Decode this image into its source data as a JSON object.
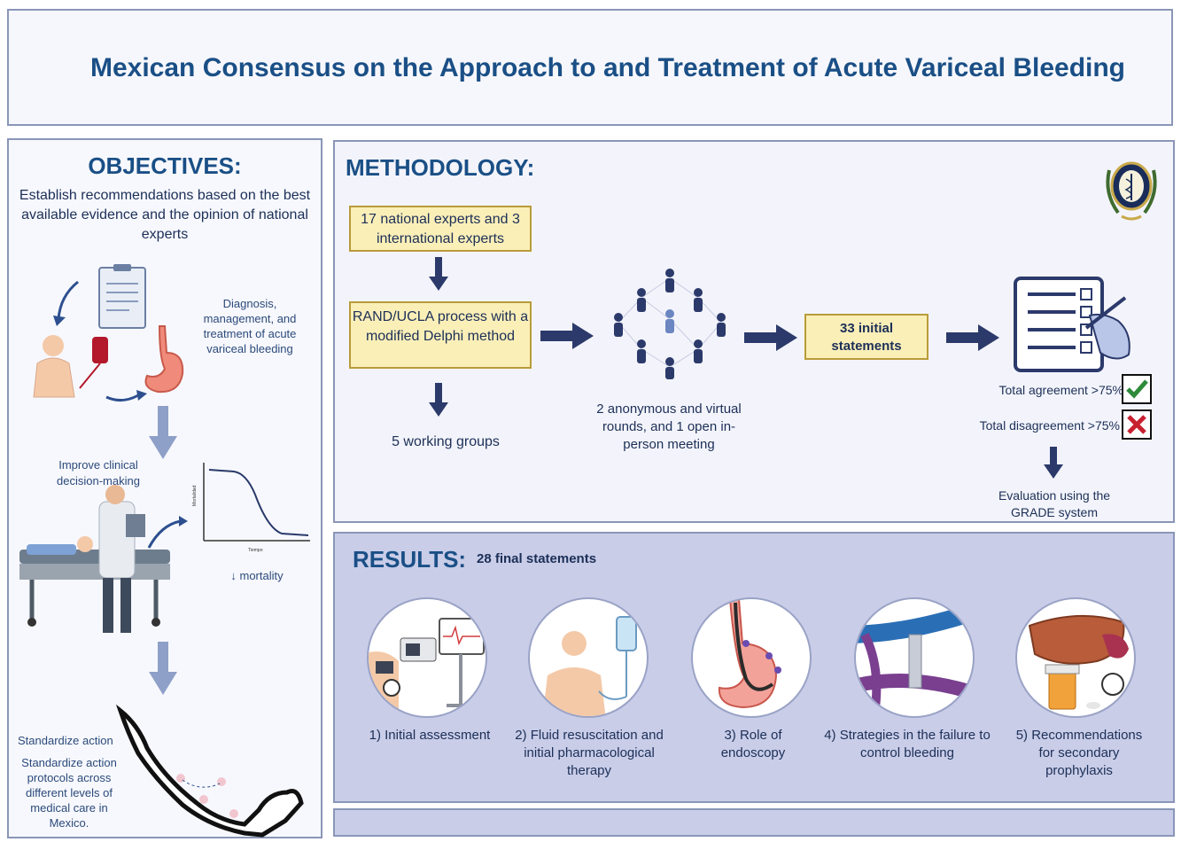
{
  "title": "Mexican Consensus on the Approach to and Treatment of Acute Variceal Bleeding",
  "objectives": {
    "heading": "OBJECTIVES:",
    "intro": "Establish recommendations based on the best available evidence and the opinion of national experts",
    "diagnosis_label": "Diagnosis, management, and treatment of acute variceal bleeding",
    "improve_label": "Improve clinical decision-making",
    "mortality_label": "↓ mortality",
    "chart_ylabel": "Mortalidad",
    "chart_xlabel": "Tiempo",
    "standardize_cut": "Standardize action",
    "standardize_label": "Standardize action protocols across different levels of medical care in Mexico."
  },
  "methodology": {
    "heading": "METHODOLOGY:",
    "experts": "17 national experts and 3 international experts",
    "rand": "RAND/UCLA process with a modified Delphi method",
    "groups": "5 working groups",
    "rounds": "2 anonymous and virtual rounds, and 1 open in-person meeting",
    "statements": "33 initial statements",
    "agreement": "Total agreement >75%",
    "disagreement": "Total disagreement >75%",
    "evaluation": "Evaluation using the GRADE system"
  },
  "results": {
    "heading": "RESULTS:",
    "final": "28 final statements",
    "items": [
      {
        "label": "1) Initial assessment"
      },
      {
        "label": "2) Fluid resuscitation and initial pharmacological therapy"
      },
      {
        "label": "3) Role of endoscopy"
      },
      {
        "label": "4) Strategies in the failure to control bleeding"
      },
      {
        "label": "5) Recommendations for secondary prophylaxis"
      }
    ]
  },
  "colors": {
    "heading": "#1a4f86",
    "arrow": "#2c3a6b",
    "yellow_fill": "#fbefb8",
    "results_bg": "#c9cde8",
    "check": "#2e8b3a",
    "cross": "#c8202f"
  }
}
